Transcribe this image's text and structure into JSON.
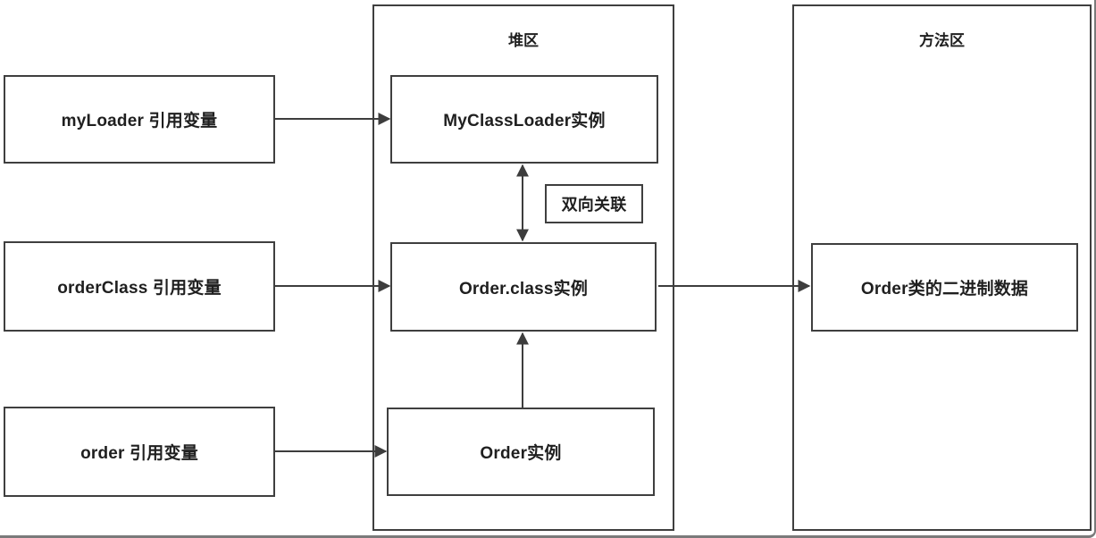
{
  "diagram": {
    "title": "",
    "zones": {
      "heap": {
        "title": "堆区"
      },
      "method": {
        "title": "方法区"
      }
    },
    "nodes": {
      "myloader_ref": {
        "label": "myLoader 引用变量"
      },
      "orderclass_ref": {
        "label": "orderClass 引用变量"
      },
      "order_ref": {
        "label": "order 引用变量"
      },
      "myclassloader_instance": {
        "label": "MyClassLoader实例"
      },
      "orderclass_instance": {
        "label": "Order.class实例"
      },
      "order_instance": {
        "label": "Order实例"
      },
      "order_binary": {
        "label": "Order类的二进制数据"
      },
      "bidirectional_label": {
        "label": "双向关联"
      }
    },
    "edges": [
      {
        "from": "myloader_ref",
        "to": "myclassloader_instance",
        "type": "arrow"
      },
      {
        "from": "orderclass_ref",
        "to": "orderclass_instance",
        "type": "arrow"
      },
      {
        "from": "order_ref",
        "to": "order_instance",
        "type": "arrow"
      },
      {
        "from": "orderclass_instance",
        "to": "order_binary",
        "type": "arrow"
      },
      {
        "from": "myclassloader_instance",
        "to": "orderclass_instance",
        "type": "double-arrow",
        "label": "双向关联"
      },
      {
        "from": "order_instance",
        "to": "orderclass_instance",
        "type": "arrow"
      }
    ],
    "colors": {
      "line": "#3d3d3d",
      "box_border": "#3f3f3f",
      "text": "#1f1f1f",
      "frame_border": "#7a7a7a",
      "background": "#ffffff"
    }
  }
}
